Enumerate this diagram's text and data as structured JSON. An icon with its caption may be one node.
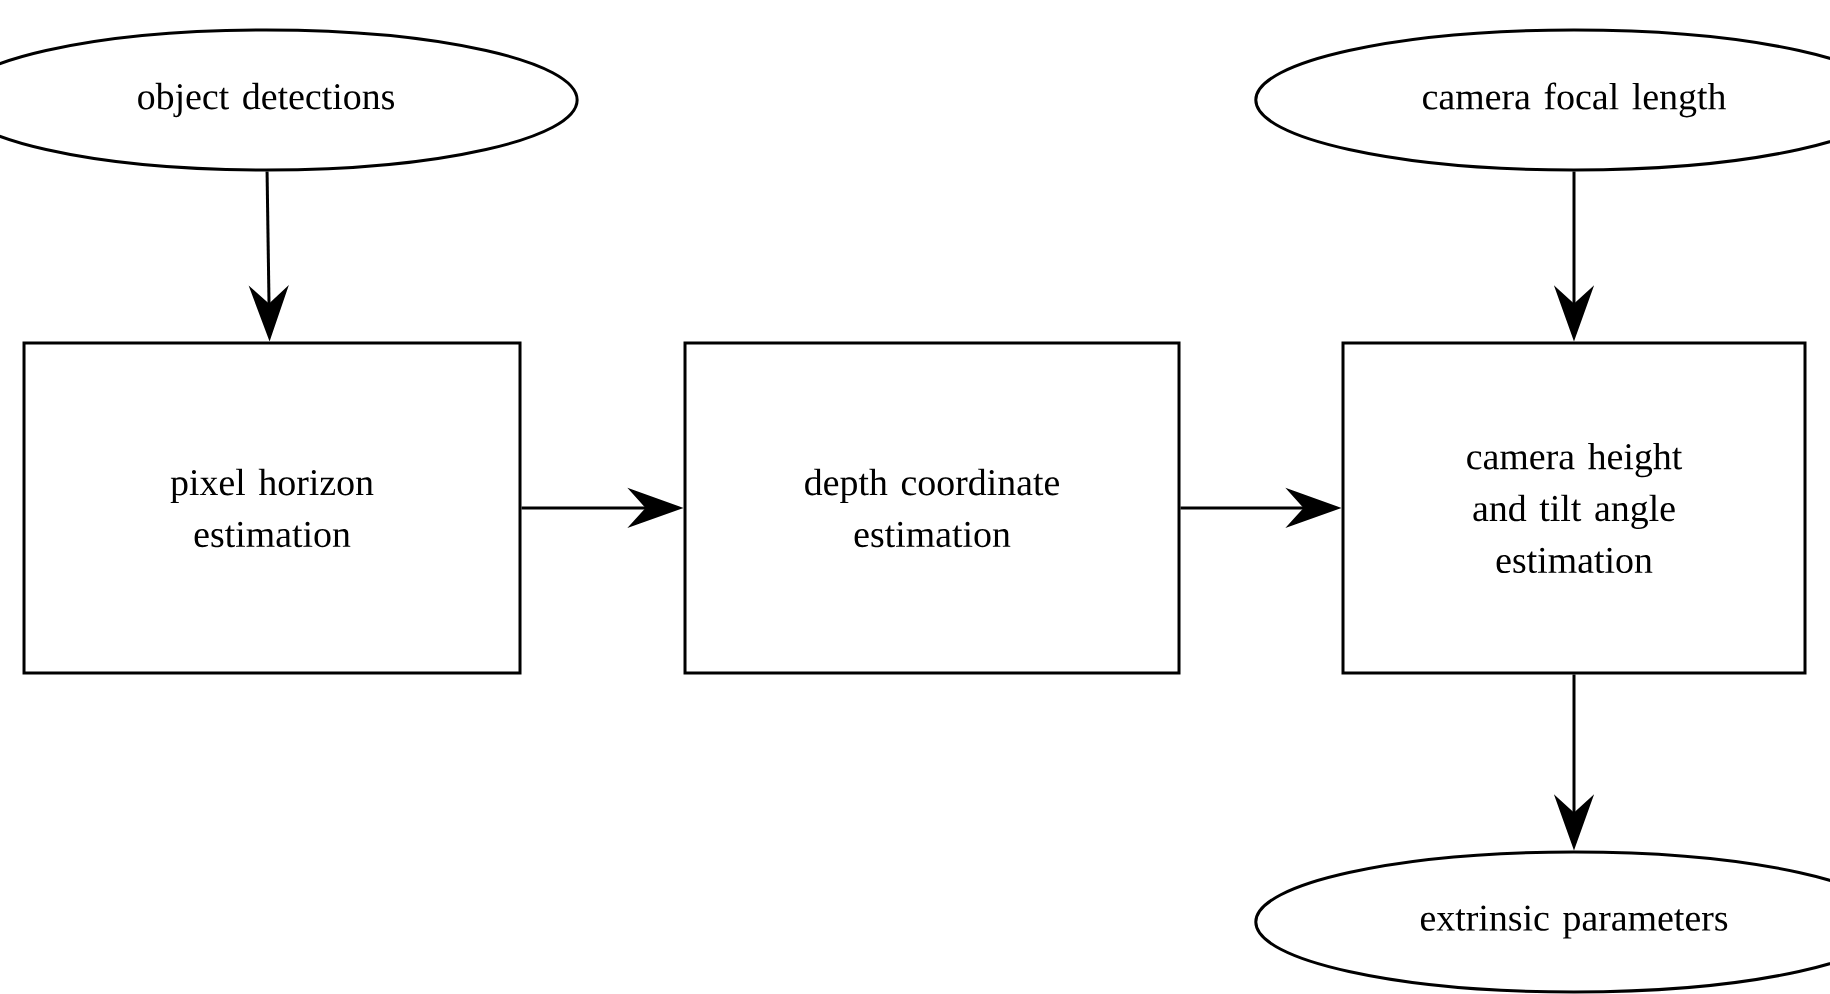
{
  "diagram": {
    "nodes": [
      {
        "text": [
          "object detections"
        ]
      },
      {
        "text": [
          "pixel horizon estimation"
        ]
      },
      {
        "text": [
          "depth coordinate estimation"
        ]
      },
      {
        "text": [
          "camera height and tilt angle estimation"
        ]
      },
      {
        "text": [
          "camera focal length"
        ]
      },
      {
        "text": [
          "extrinsic parameters"
        ]
      }
    ],
    "edges": [
      {
        "from": 0,
        "to": 1,
        "arrow": "to"
      },
      {
        "from": 1,
        "to": 2,
        "arrow": "to"
      },
      {
        "from": 2,
        "to": 3,
        "arrow": "to"
      },
      {
        "from": 4,
        "to": 3,
        "arrow": "to"
      },
      {
        "from": 3,
        "to": 5,
        "arrow": "to"
      }
    ]
  }
}
